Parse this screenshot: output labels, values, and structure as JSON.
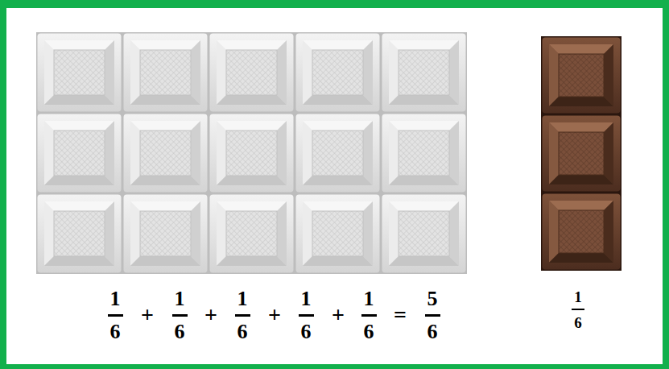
{
  "diagram": {
    "labels": [
      "1",
      "6",
      "+",
      "1",
      "6",
      "+",
      "1",
      "6",
      "+",
      "1",
      "6",
      "+",
      "1",
      "6",
      "=",
      "5",
      "6",
      "1",
      "6"
    ]
  }
}
